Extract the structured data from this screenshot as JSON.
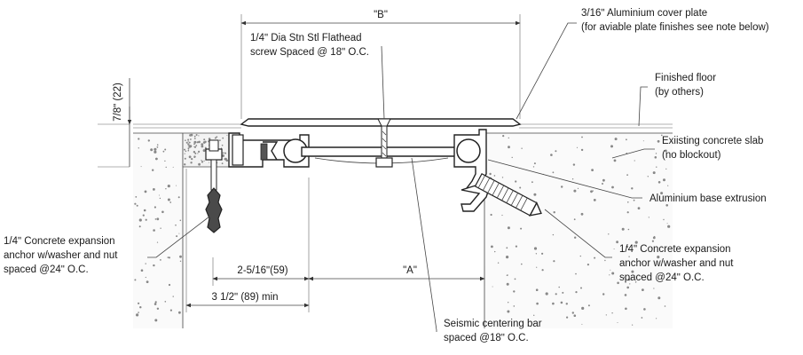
{
  "dimensions": {
    "B": "\"B\"",
    "A": "\"A\"",
    "height": "7/8ʺ (22)",
    "offset": "2-5/16ʺ(59)",
    "min": "3 1/2ʺ (89) min"
  },
  "labels": {
    "cover_plate": [
      "3/16ʺ Aluminium cover plate",
      "(for aviable plate finishes see note below)"
    ],
    "screw": [
      "1/4ʺ Dia Stn Stl Flathead",
      "screw Spaced @ 18ʺ O.C."
    ],
    "finished_floor": [
      "Finished floor",
      "(by others)"
    ],
    "slab": [
      "Exiisting concrete slab",
      "(no blockout)"
    ],
    "base_extrusion": [
      "Aluminium base extrusion"
    ],
    "anchor_left": [
      "1/4ʺ Concrete expansion",
      "anchor w/washer and nut",
      "spaced @24ʺ O.C."
    ],
    "anchor_right": [
      "1/4ʺ Concrete expansion",
      "anchor w/washer and nut",
      "spaced @24ʺ O.C."
    ],
    "centering_bar": [
      "Seismic centering bar",
      "spaced @18ʺ O.C."
    ]
  }
}
